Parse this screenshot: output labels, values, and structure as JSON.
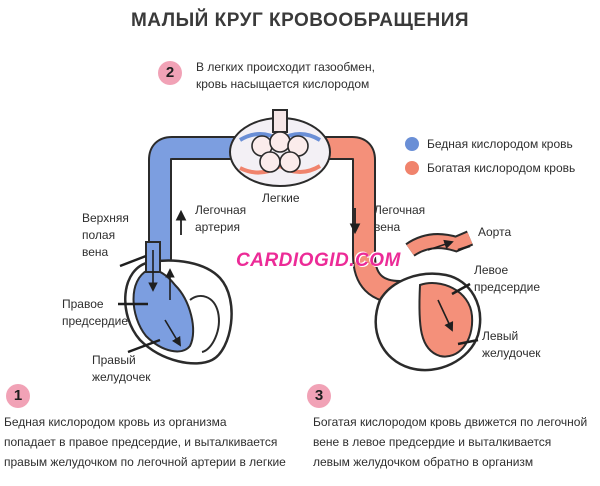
{
  "title": "МАЛЫЙ КРУГ КРОВООБРАЩЕНИЯ",
  "step2": {
    "number": "2",
    "line1": "В легких происходит газообмен,",
    "line2": "кровь насыщается кислородом"
  },
  "legend": {
    "items": [
      {
        "label": "Бедная кислородом кровь",
        "color": "#6a8fd6"
      },
      {
        "label": "Богатая кислородом кровь",
        "color": "#f0836c"
      }
    ]
  },
  "labels": {
    "lungs": "Легкие",
    "pulm_artery_1": "Легочная",
    "pulm_artery_2": "артерия",
    "pulm_vein_1": "Легочная",
    "pulm_vein_2": "вена",
    "svc_1": "Верхняя",
    "svc_2": "полая",
    "svc_3": "вена",
    "right_atrium_1": "Правое",
    "right_atrium_2": "предсердие",
    "right_ventricle_1": "Правый",
    "right_ventricle_2": "желудочек",
    "aorta": "Аорта",
    "left_atrium_1": "Левое",
    "left_atrium_2": "предсердие",
    "left_ventricle_1": "Левый",
    "left_ventricle_2": "желудочек"
  },
  "watermark": "CARDIOGID.COM",
  "step1": {
    "number": "1",
    "line1": "Бедная кислородом кровь из организма",
    "line2": "попадает в правое предсердие, и выталкивается",
    "line3": "правым желудочком по легочной артерии в легкие"
  },
  "step3": {
    "number": "3",
    "line1": "Богатая кислородом кровь движется по легочной",
    "line2": "вене в левое предсердие и выталкивается",
    "line3": "левым желудочком обратно в организм"
  }
}
